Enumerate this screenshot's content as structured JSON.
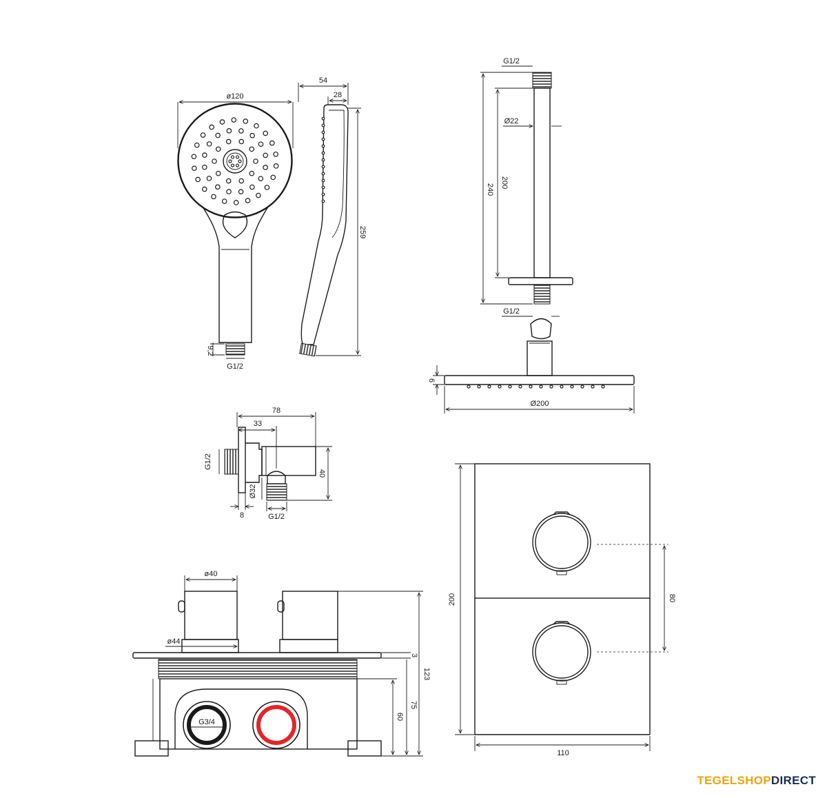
{
  "dims": {
    "handshower": {
      "diameter": "ø120",
      "depth_total": "54",
      "depth_head": "28",
      "length": "259",
      "thread_len": "9,2",
      "thread": "G1/2"
    },
    "arm": {
      "thread_top": "G1/2",
      "diameter": "Ø22",
      "inner_len": "200",
      "total_len": "240",
      "thread_bottom": "G1/2"
    },
    "rainhead": {
      "height": "6",
      "diameter": "Ø200"
    },
    "wall_outlet": {
      "total": "78",
      "offset": "33",
      "thread_side": "G1/2",
      "height": "40",
      "diameter": "Ø32",
      "flange": "8",
      "thread_bottom": "G1/2"
    },
    "thermostat_side": {
      "knob_dia": "ø40",
      "base_dia": "ø44",
      "plate": "3",
      "total": "123",
      "depth": "75",
      "box": "60",
      "port_thread": "G3/4"
    },
    "plate_front": {
      "height": "200",
      "spacing": "80",
      "width": "110"
    }
  },
  "brand": {
    "part1": "TEGELSHOP",
    "part2": "DIRECT"
  }
}
